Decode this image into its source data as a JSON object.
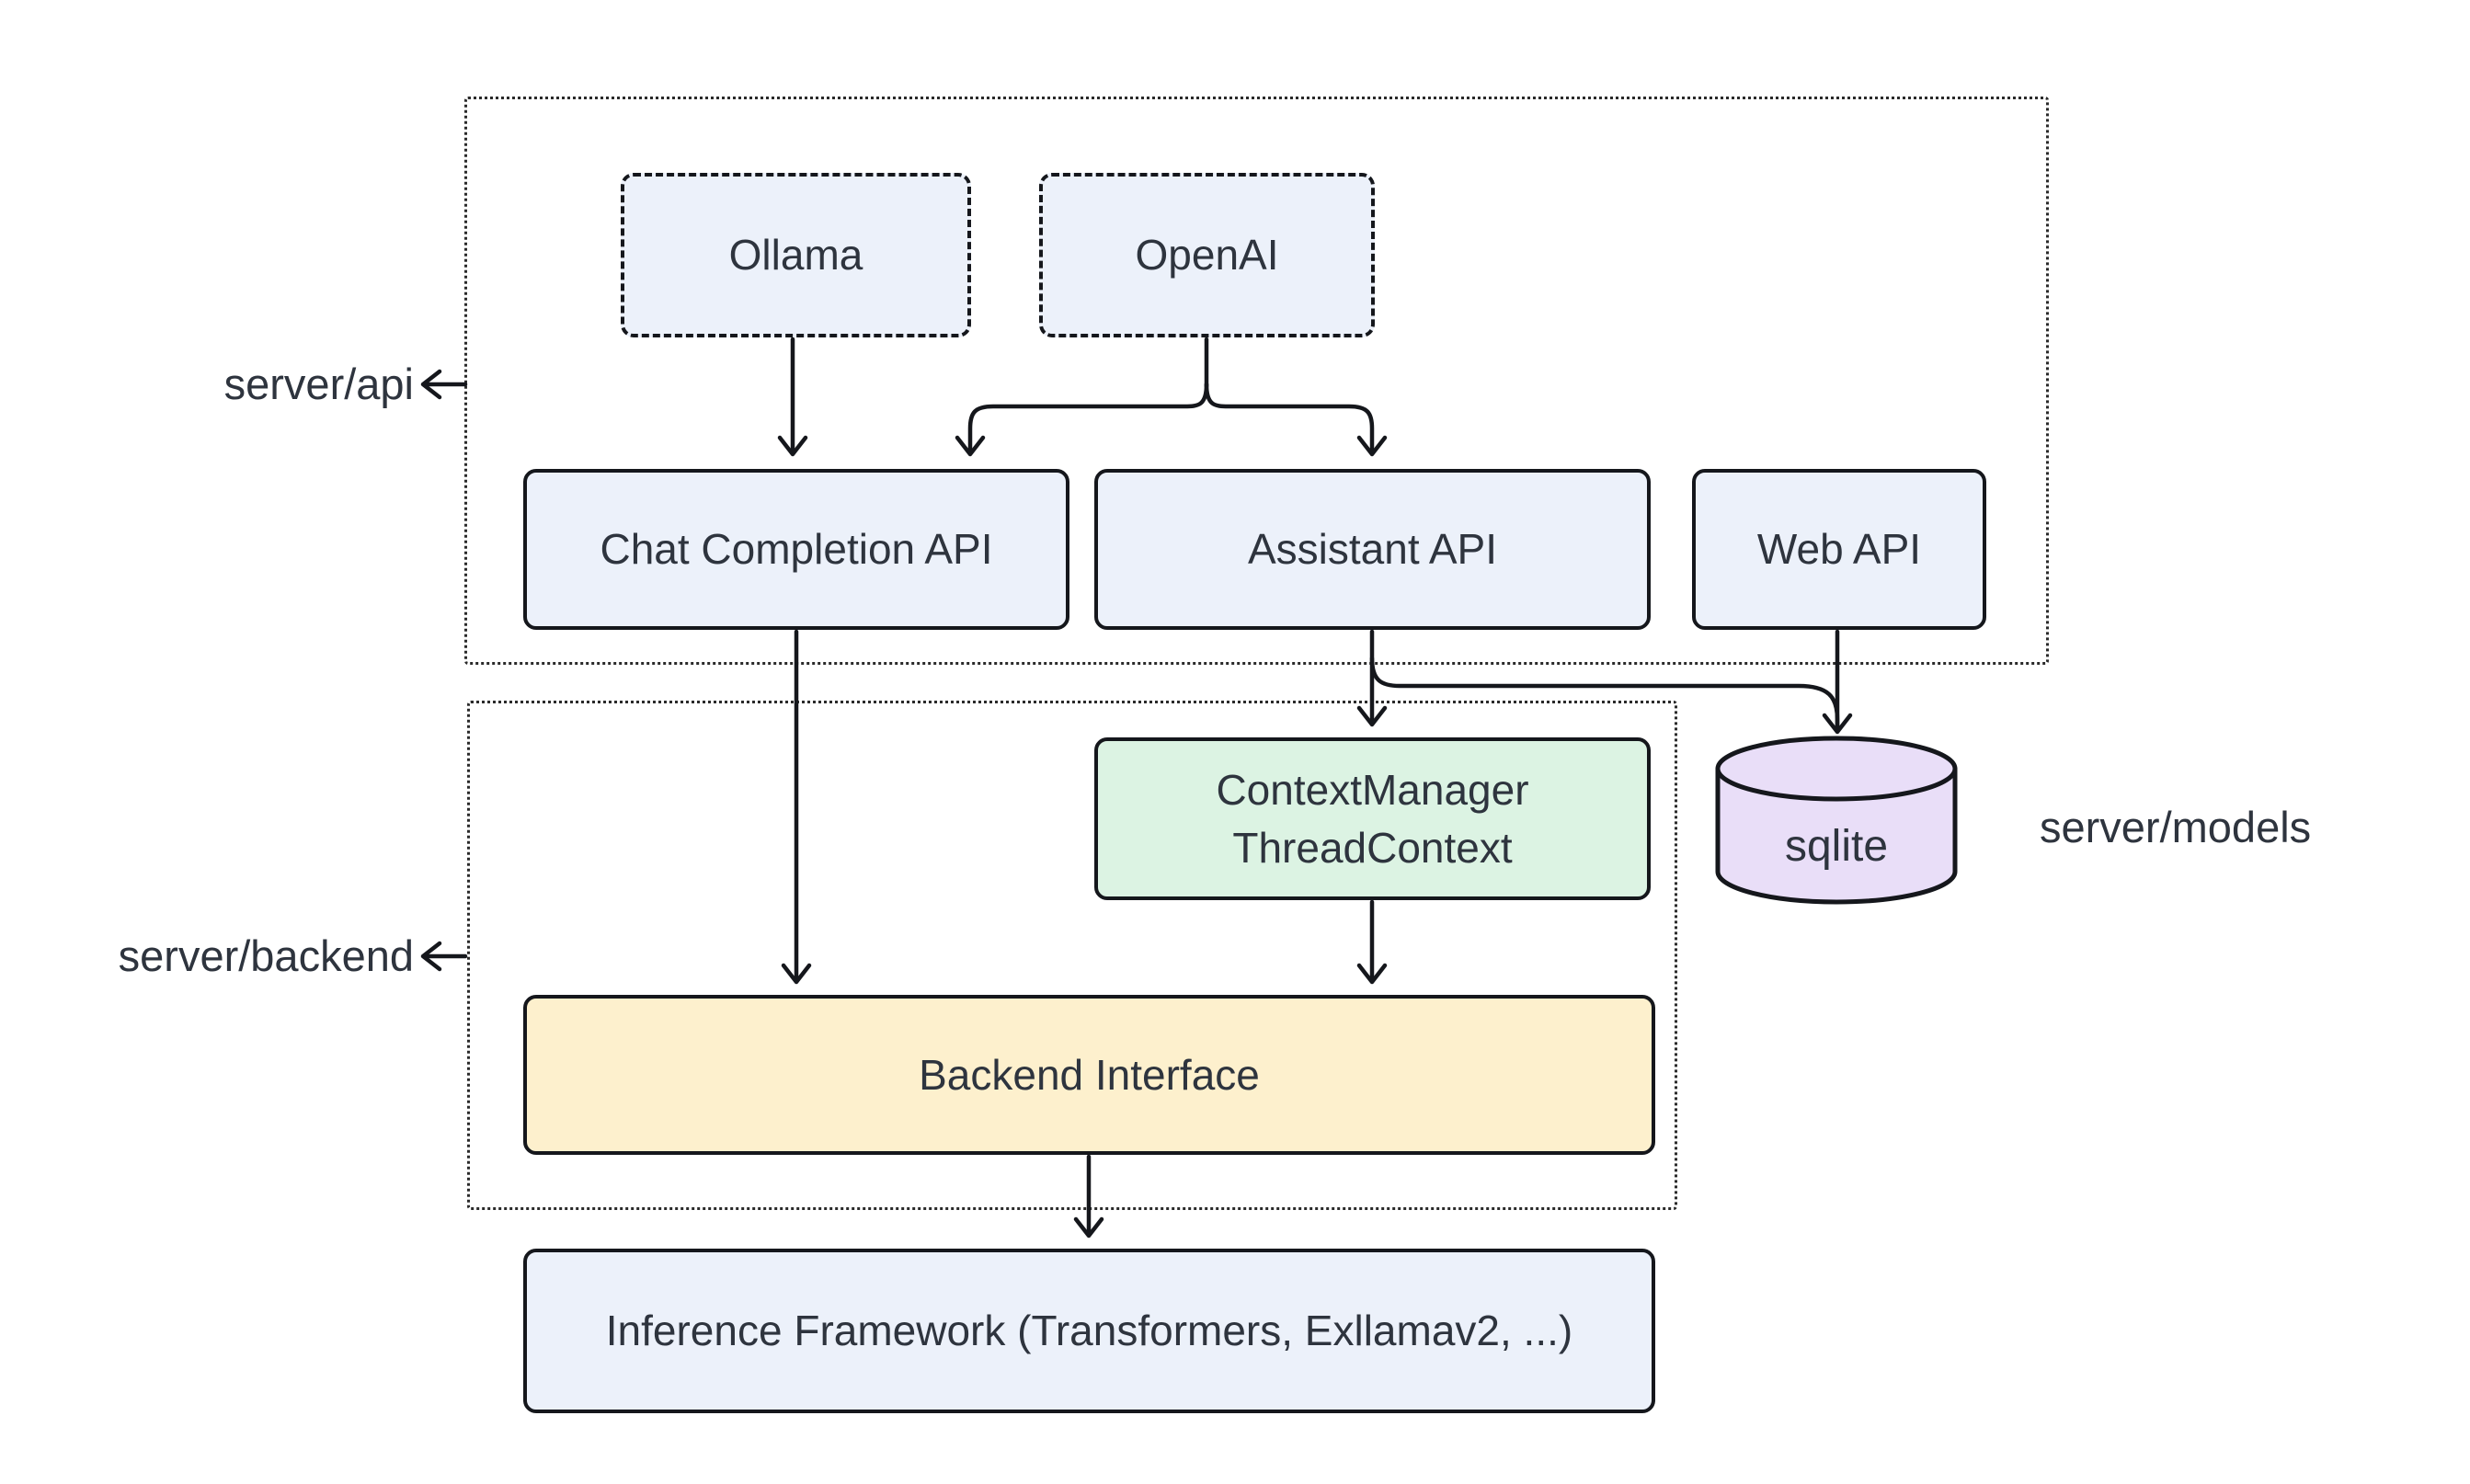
{
  "diagram": {
    "groups": {
      "api": {
        "label": "server/api"
      },
      "backend": {
        "label": "server/backend"
      },
      "models": {
        "label": "server/models"
      }
    },
    "nodes": {
      "ollama": {
        "label": "Ollama"
      },
      "openai": {
        "label": "OpenAI"
      },
      "chat_completion_api": {
        "label": "Chat Completion API"
      },
      "assistant_api": {
        "label": "Assistant API"
      },
      "web_api": {
        "label": "Web API"
      },
      "context_manager": {
        "line1": "ContextManager",
        "line2": "ThreadContext"
      },
      "sqlite": {
        "label": "sqlite"
      },
      "backend_interface": {
        "label": "Backend Interface"
      },
      "inference_framework": {
        "label": "Inference Framework (Transformers, Exllamav2, ...)"
      }
    },
    "edges": [
      {
        "from": "Ollama",
        "to": "Chat Completion API"
      },
      {
        "from": "OpenAI",
        "to": "Chat Completion API"
      },
      {
        "from": "OpenAI",
        "to": "Assistant API"
      },
      {
        "from": "Chat Completion API",
        "to": "Backend Interface"
      },
      {
        "from": "Assistant API",
        "to": "ContextManager ThreadContext"
      },
      {
        "from": "Assistant API",
        "to": "sqlite"
      },
      {
        "from": "Web API",
        "to": "sqlite"
      },
      {
        "from": "ContextManager ThreadContext",
        "to": "Backend Interface"
      },
      {
        "from": "Backend Interface",
        "to": "Inference Framework (Transformers, Exllamav2, ...)"
      }
    ],
    "colors": {
      "node-blue": "#ecf1fa",
      "node-green": "#dcf3e3",
      "node-yellow": "#fdf0cd",
      "node-purple": "#e9def8",
      "line": "#15171c",
      "text": "#2e343e",
      "dotted": "#2a2a2a",
      "bg": "#ffffff"
    }
  }
}
